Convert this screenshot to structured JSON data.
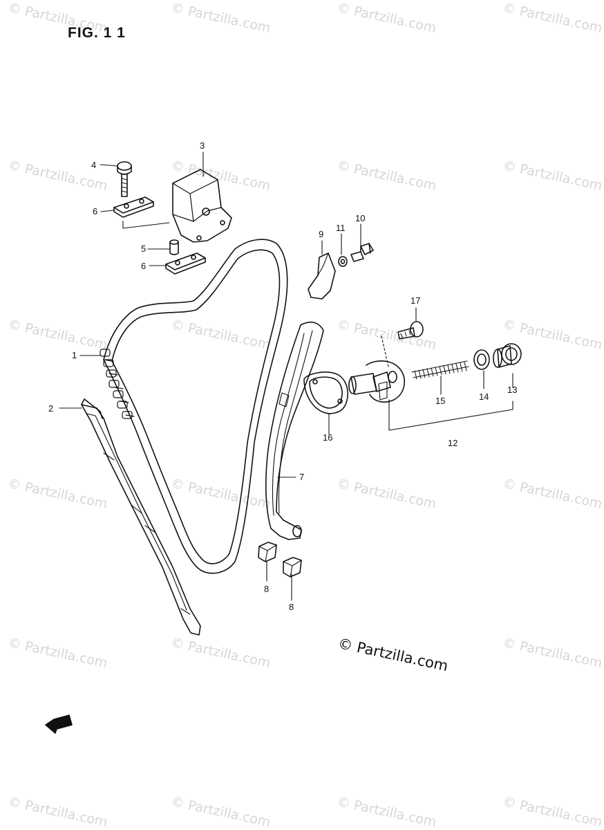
{
  "figure": {
    "title": "FIG. 1 1"
  },
  "watermark": {
    "text": "© Partzilla.com"
  },
  "copyright": {
    "text": "© Partzilla.com"
  },
  "forward_marker": {
    "label": "FWD"
  },
  "callouts": [
    {
      "id": "1",
      "label": "1"
    },
    {
      "id": "2",
      "label": "2"
    },
    {
      "id": "3",
      "label": "3"
    },
    {
      "id": "4",
      "label": "4"
    },
    {
      "id": "5",
      "label": "5"
    },
    {
      "id": "6a",
      "label": "6"
    },
    {
      "id": "6b",
      "label": "6"
    },
    {
      "id": "7",
      "label": "7"
    },
    {
      "id": "8a",
      "label": "8"
    },
    {
      "id": "8b",
      "label": "8"
    },
    {
      "id": "9",
      "label": "9"
    },
    {
      "id": "10",
      "label": "10"
    },
    {
      "id": "11",
      "label": "11"
    },
    {
      "id": "12",
      "label": "12"
    },
    {
      "id": "13",
      "label": "13"
    },
    {
      "id": "14",
      "label": "14"
    },
    {
      "id": "15",
      "label": "15"
    },
    {
      "id": "16",
      "label": "16"
    },
    {
      "id": "17",
      "label": "17"
    }
  ]
}
